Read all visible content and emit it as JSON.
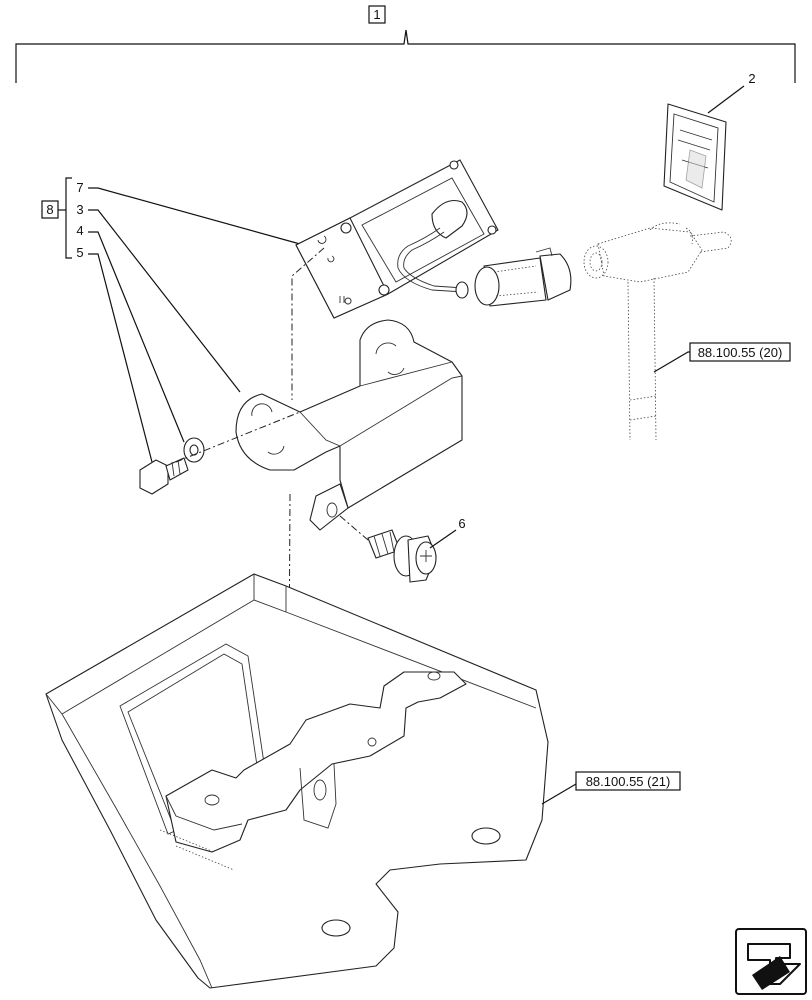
{
  "callouts": {
    "top_box": "1",
    "group_box": "8",
    "item2": "2",
    "item3": "3",
    "item4": "4",
    "item5": "5",
    "item6": "6",
    "item7": "7"
  },
  "references": {
    "cable_ref": "88.100.55 (20)",
    "bracket_ref": "88.100.55 (21)"
  },
  "icons": {
    "nav": "next-page-arrow-icon"
  }
}
